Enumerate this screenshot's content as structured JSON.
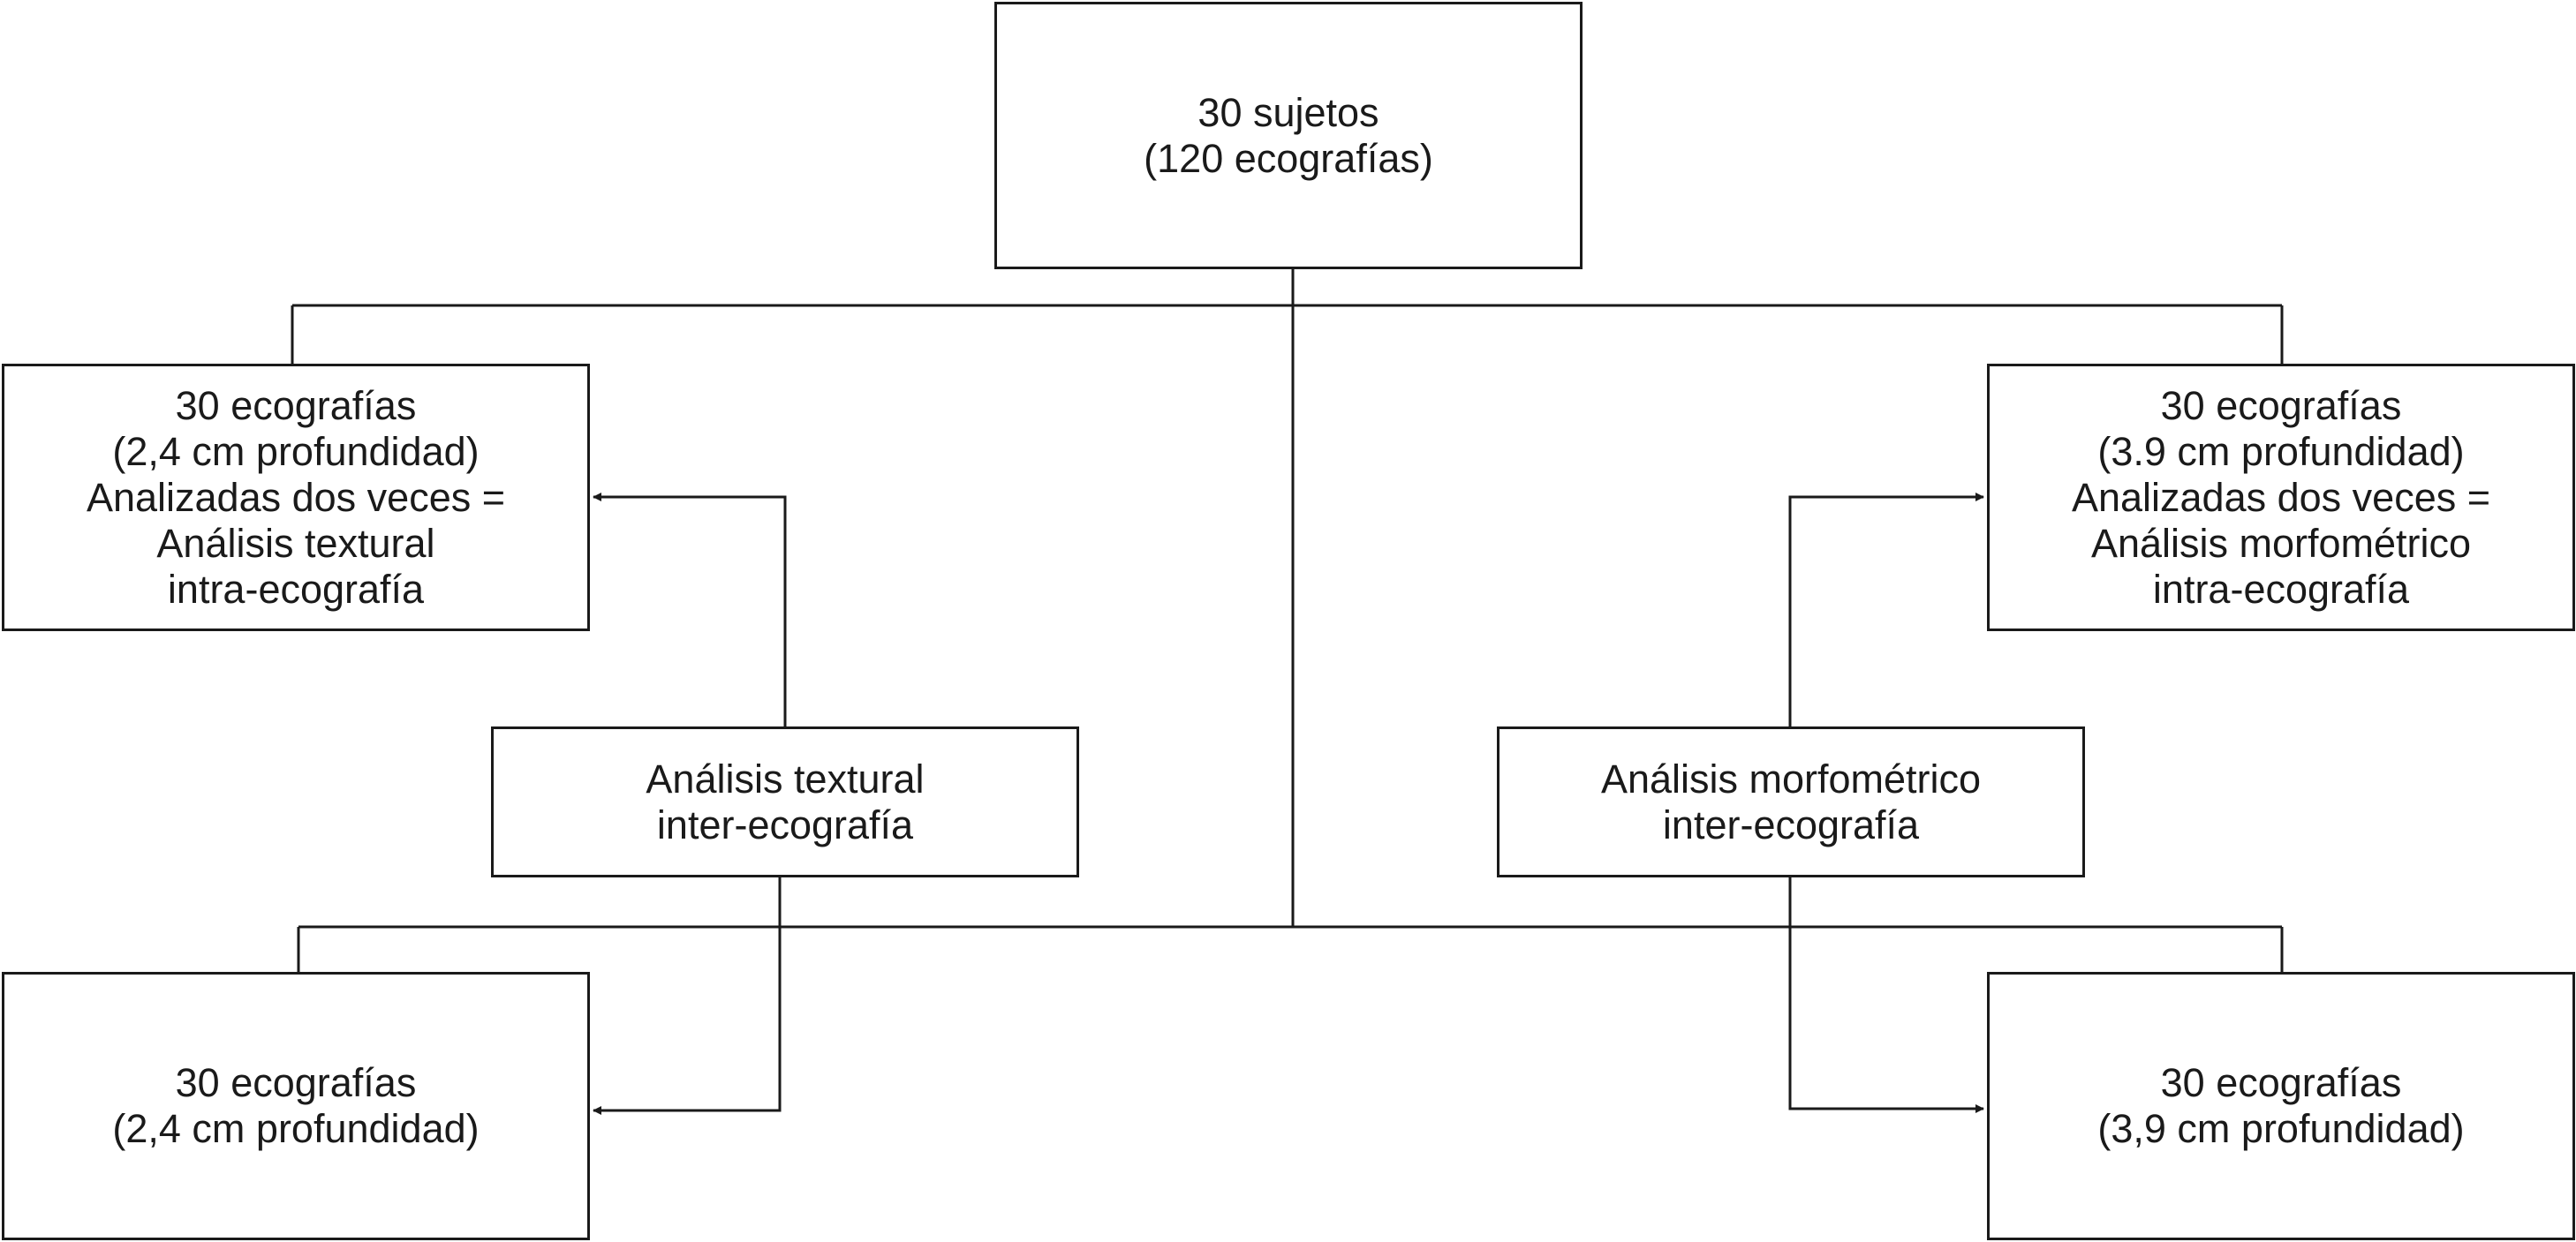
{
  "boxes": {
    "top": [
      "30 sujetos",
      "(120 ecografías)"
    ],
    "middle_left": [
      "30 ecografías",
      "(2,4 cm profundidad)",
      "Analizadas dos veces =",
      "Análisis textural",
      "intra-ecografía"
    ],
    "middle_right": [
      "30 ecografías",
      "(3.9 cm profundidad)",
      "Analizadas dos veces =",
      "Análisis morfométrico",
      "intra-ecografía"
    ],
    "center_textural": [
      "Análisis textural",
      "inter-ecografía"
    ],
    "center_morfometrico": [
      "Análisis morfométrico",
      "inter-ecografía"
    ],
    "bottom_left": [
      "30 ecografías",
      "(2,4 cm profundidad)"
    ],
    "bottom_right": [
      "30 ecografías",
      "(3,9 cm profundidad)"
    ]
  },
  "colors": {
    "line": "#1a1a1a",
    "background": "#ffffff"
  }
}
